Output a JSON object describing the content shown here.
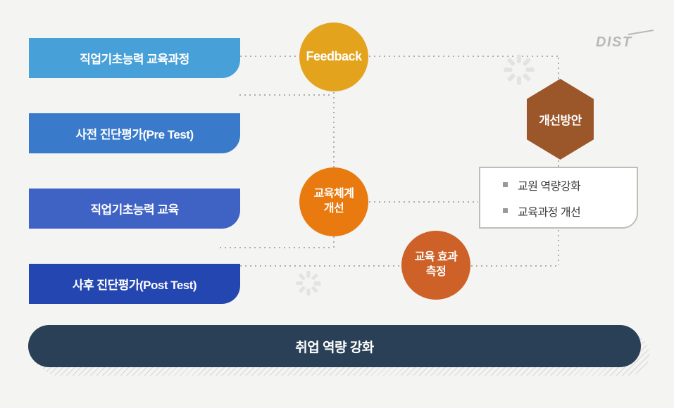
{
  "logo": {
    "text": "DIST"
  },
  "process_bars": [
    {
      "label": "직업기초능력 교육과정",
      "color": "#48a0d9"
    },
    {
      "label": "사전 진단평가(Pre Test)",
      "color": "#3a7aca"
    },
    {
      "label": "직업기초능력 교육",
      "color": "#3f62c5"
    },
    {
      "label": "사후 진단평가(Post Test)",
      "color": "#2446b1"
    }
  ],
  "feedback_circle": {
    "label": "Feedback",
    "color": "#e3a31d"
  },
  "system_circle": {
    "line1": "교육체계",
    "line2": "개선",
    "color": "#e87a10"
  },
  "effect_circle": {
    "line1": "교육 효과",
    "line2": "측정",
    "color": "#ce6127"
  },
  "hexagon": {
    "label": "개선방안",
    "color": "#9b5629"
  },
  "improvement_box": {
    "items": [
      {
        "label": "교원 역량강화"
      },
      {
        "label": "교육과정 개선"
      }
    ]
  },
  "footer_bar": {
    "label": "취업 역량 강화",
    "color": "#2a4056"
  },
  "colors": {
    "background": "#f4f4f3",
    "dotted_line": "#afadab",
    "box_border": "#c0bdb9",
    "logo_gray": "#b8b8b8"
  }
}
